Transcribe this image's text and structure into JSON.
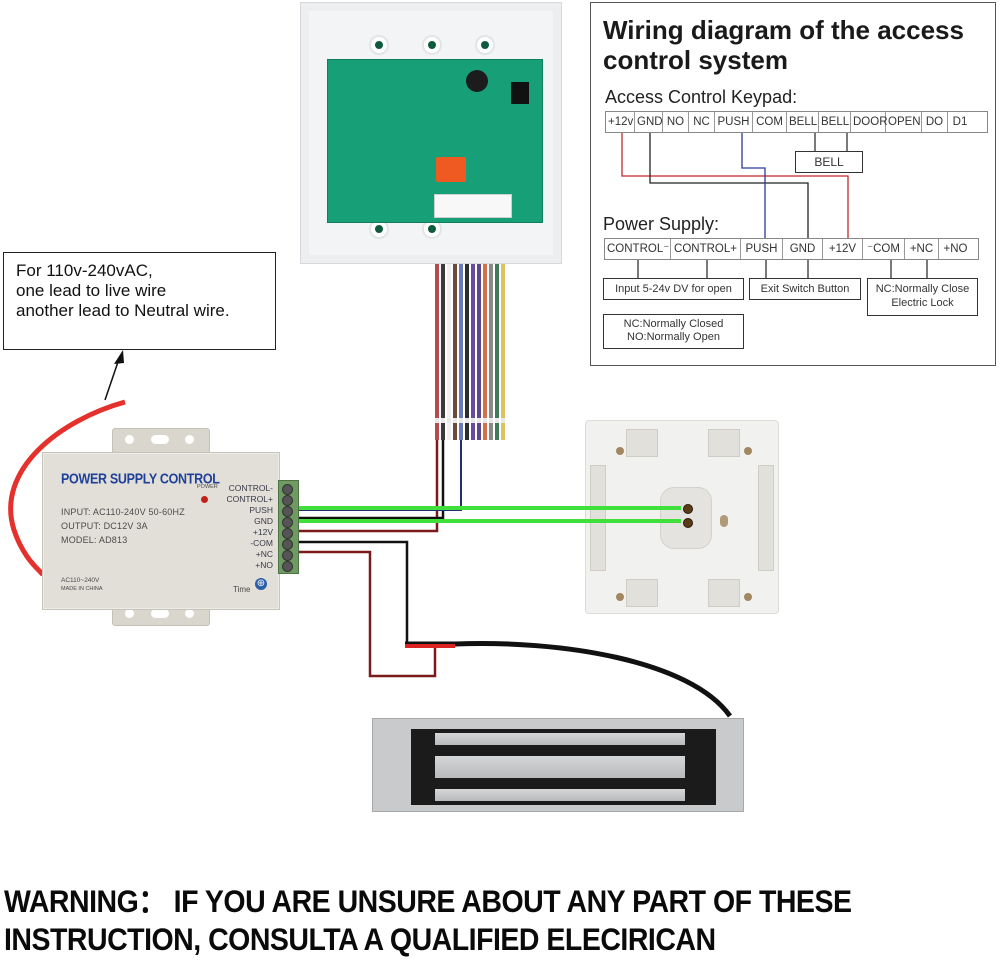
{
  "legend": {
    "title_line1": "Wiring diagram of the access",
    "title_line2": "control system",
    "keypad_label": "Access Control Keypad:",
    "keypad_terminals": [
      "+12v",
      "GND",
      "NO",
      "NC",
      "PUSH",
      "COM",
      "BELL",
      "BELL",
      "DOOR",
      "OPEN",
      "DO",
      "D1"
    ],
    "bell_box": "BELL",
    "power_supply_label": "Power Supply:",
    "power_terminals": [
      "CONTROL⁻",
      "CONTROL+",
      "PUSH",
      "GND",
      "+12V",
      "⁻COM",
      "+NC",
      "+NO"
    ],
    "note_control": "Input 5-24v  DV for open",
    "note_exit": "Exit Switch Button",
    "note_lock_line1": "NC:Normally Close",
    "note_lock_line2": "Electric Lock",
    "note_abbrev_line1": "NC:Normally Closed",
    "note_abbrev_line2": "NO:Normally Open",
    "wire_colors": {
      "plus12v": "#c0282d",
      "gnd": "#222222",
      "push": "#2b3a9a"
    }
  },
  "callout": {
    "line1": "For 110v-240vAC,",
    "line2": "one lead to live wire",
    "line3": "another lead to Neutral wire."
  },
  "power_supply": {
    "title": "POWER SUPPLY CONTROL",
    "input": "INPUT: AC110-240V  50-60HZ",
    "output": "OUTPUT: DC12V  3A",
    "model": "MODEL: AD813",
    "rating": "AC110~240V",
    "made_in": "MADE IN CHINA",
    "led_label": "POWER",
    "time_label": "Time",
    "terminals": [
      "CONTROL-",
      "CONTROL+",
      "PUSH",
      "GND",
      "+12V",
      "-COM",
      "+NC",
      "+NO"
    ]
  },
  "keypad": {
    "ribbon_colors": [
      "#b84a4e",
      "#3a3a3a",
      "#f0f0f0",
      "#6b4a3e",
      "#6a7ab8",
      "#2c2c2c",
      "#6a4a9a",
      "#5a4a8a",
      "#d27050",
      "#8a8a8a",
      "#3f7a5a",
      "#e0c060"
    ]
  },
  "wires": {
    "green": "#3fe03a",
    "dark_red": "#7a1a1a",
    "black": "#111111",
    "blue": "#1f2f7a",
    "ac_red": "#e5312b"
  },
  "warning": {
    "line1": "WARNING： IF YOU ARE UNSURE ABOUT ANY PART OF THESE",
    "line2": "INSTRUCTION, CONSULTA A QUALIFIED ELECIRICAN"
  }
}
